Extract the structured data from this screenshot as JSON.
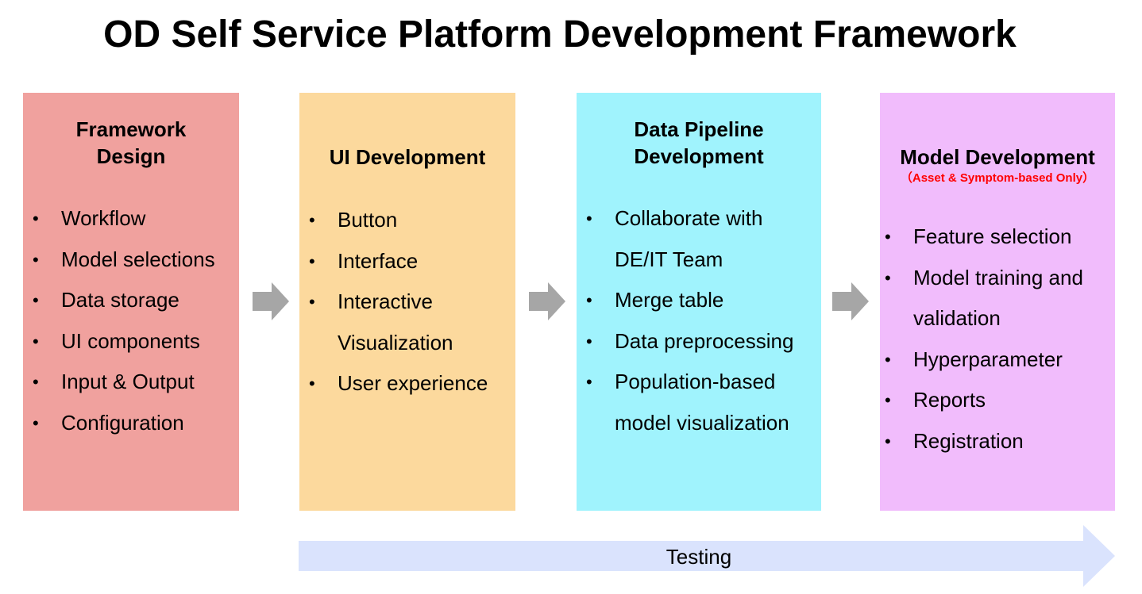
{
  "title": "OD Self Service Platform Development Framework",
  "colors": {
    "framework_box": "#f0a19e",
    "ui_box": "#fcd99d",
    "pipeline_box": "#a0f3fd",
    "model_box": "#f1bcfc",
    "step_arrow": "#a6a6a6",
    "testing_arrow": "#dae3fd",
    "subtitle_red": "#ff0000"
  },
  "boxes": {
    "framework": {
      "title_line1": "Framework",
      "title_line2": "Design",
      "items": [
        "Workflow",
        "Model selections",
        "Data storage",
        "UI components",
        "Input & Output",
        "Configuration"
      ]
    },
    "ui": {
      "title": "UI Development",
      "items": [
        "Button",
        "Interface",
        "Interactive",
        "Visualization",
        "User experience"
      ]
    },
    "pipeline": {
      "title_line1": "Data Pipeline",
      "title_line2": "Development",
      "items": [
        "Collaborate with",
        "DE/IT Team",
        "Merge table",
        "Data preprocessing",
        "Population-based",
        "model visualization"
      ]
    },
    "model": {
      "title": "Model Development",
      "subtitle": "（Asset & Symptom-based Only）",
      "items": [
        "Feature selection",
        "Model training and",
        "validation",
        "Hyperparameter",
        "Reports",
        "Registration"
      ]
    }
  },
  "testing_label": "Testing"
}
